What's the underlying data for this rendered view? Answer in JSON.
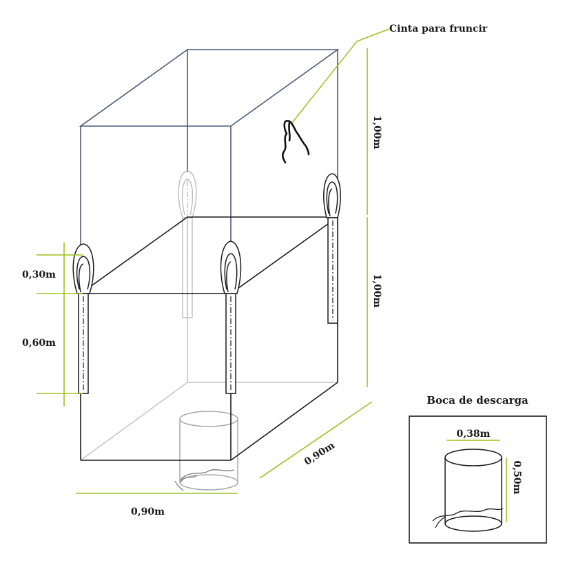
{
  "labels": {
    "cinta": "Cinta para fruncir",
    "height_top": "1,00m",
    "height_body": "1,00m",
    "loop": "0,30m",
    "strap": "0,60m",
    "width_front": "0,90m",
    "width_side": "0,90m",
    "boca_title": "Boca de descarga",
    "boca_diameter": "0,38m",
    "boca_height": "0,50m"
  },
  "colors": {
    "top_frame": "#4a5a78",
    "body": "#1a1a1a",
    "hidden": "#b8b8b8",
    "dimension": "#9dc21e"
  }
}
